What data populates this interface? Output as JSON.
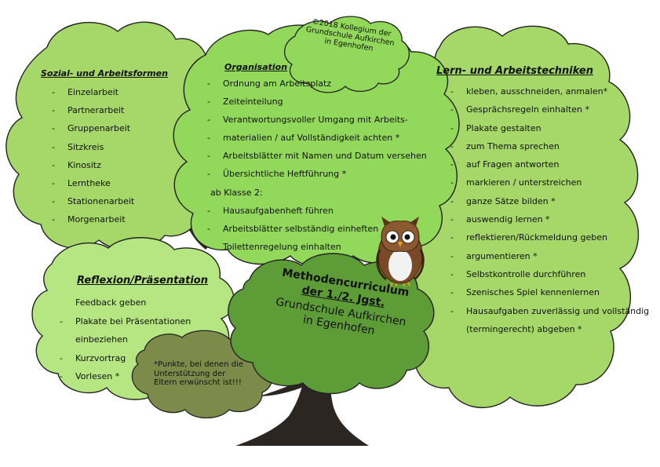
{
  "colors": {
    "cloud_light": "#a5d868",
    "cloud_org": "#92d95b",
    "cloud_reflexion": "#b5e681",
    "cloud_title": "#5e9c38",
    "cloud_note": "#7d8b4a",
    "tree_trunk": "#2b2622",
    "outline": "#222222"
  },
  "icons": [
    "owl-icon",
    "tree-icon"
  ],
  "copyright": [
    "©2018 Kollegium der",
    "Grundschule Aufkirchen",
    "in Egenhofen"
  ],
  "title": {
    "line1": "Methodencurriculum",
    "line2": "der 1./2. Jgst.",
    "sub1": "Grundschule Aufkirchen",
    "sub2": "in Egenhofen"
  },
  "sozial": {
    "heading": "Sozial- und Arbeitsformen",
    "items": [
      "Einzelarbeit",
      "Partnerarbeit",
      "Gruppenarbeit",
      "Sitzkreis",
      "Kinositz",
      "Lerntheke",
      "Stationenarbeit",
      "Morgenarbeit"
    ]
  },
  "organisation": {
    "heading": "Organisation",
    "items": [
      "Ordnung am Arbeitsplatz",
      "Zeiteinteilung",
      "Verantwortungsvoller Umgang mit Arbeits-",
      "materialien / auf Vollständigkeit achten *",
      "Arbeitsblätter mit Namen und Datum versehen",
      "Übersichtliche Heftführung *",
      "ab Klasse 2:",
      "Hausaufgabenheft führen",
      "Arbeitsblätter selbständig einheften",
      "Toilettenregelung einhalten"
    ]
  },
  "lern": {
    "heading": "Lern- und Arbeitstechniken",
    "items": [
      "kleben, ausschneiden, anmalen*",
      "Gesprächsregeln einhalten *",
      "Plakate gestalten",
      "zum Thema sprechen",
      "auf Fragen antworten",
      "markieren / unterstreichen",
      "ganze Sätze bilden *",
      "auswendig lernen *",
      "reflektieren/Rückmeldung geben",
      "argumentieren *",
      "Selbstkontrolle durchführen",
      "Szenisches Spiel kennenlernen",
      "Hausaufgaben zuverlässig und vollständig",
      "(termingerecht) abgeben *"
    ]
  },
  "reflexion": {
    "heading": "Reflexion/Präsentation",
    "items": [
      "Feedback geben",
      "Plakate bei Präsentationen",
      "einbeziehen",
      "Kurzvortrag",
      "Vorlesen *"
    ]
  },
  "note": {
    "line1": "*Punkte, bei denen die",
    "line2": "Unterstützung der",
    "line3": "Eltern erwünscht ist!!!"
  }
}
